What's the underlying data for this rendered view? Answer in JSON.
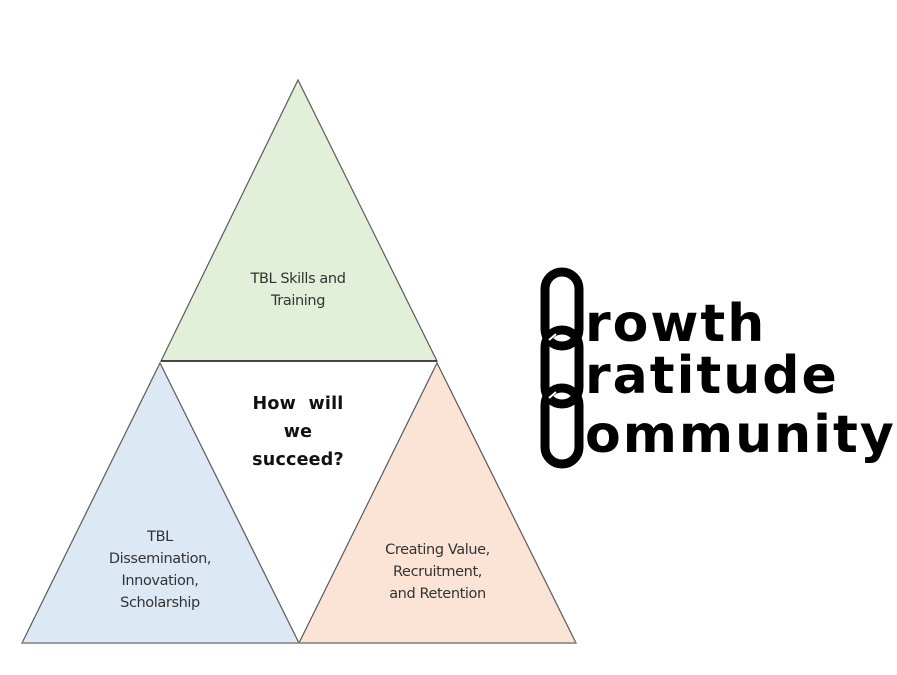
{
  "diagram": {
    "colors": {
      "top_fill": "#e2efd9",
      "left_fill": "#dde8f5",
      "right_fill": "#fbe4d6",
      "edge": "#555555",
      "divider": "#1a1a1a",
      "text": "#333333"
    },
    "top_triangle": {
      "lines": [
        "TBL Skills and",
        "Training"
      ]
    },
    "left_triangle": {
      "lines": [
        "TBL",
        "Dissemination,",
        "Innovation,",
        "Scholarship"
      ]
    },
    "right_triangle": {
      "lines": [
        "Creating Value,",
        "Recruitment,",
        "and Retention"
      ]
    },
    "center": {
      "lines": [
        "How  will",
        "we",
        "succeed?"
      ]
    }
  },
  "logo": {
    "words": [
      "rowth",
      "ratitude",
      "ommunity"
    ],
    "full_words": [
      "Growth",
      "Gratitude",
      "Community"
    ],
    "icon": "chain-links-icon"
  }
}
